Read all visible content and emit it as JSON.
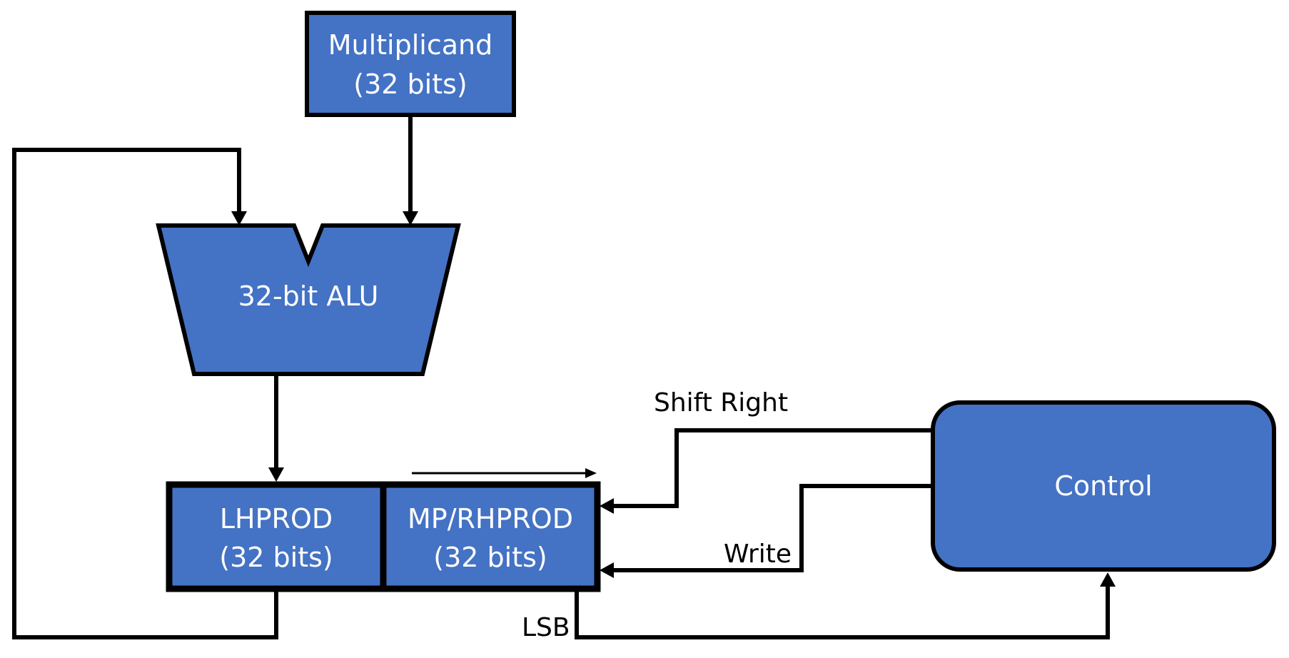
{
  "colors": {
    "block_fill": "#4472C4",
    "block_stroke": "#000000",
    "text_on_block": "#ffffff",
    "wire": "#000000"
  },
  "blocks": {
    "multiplicand": {
      "line1": "Multiplicand",
      "line2": "(32 bits)"
    },
    "alu": {
      "label": "32-bit ALU"
    },
    "lhprod": {
      "line1": "LHPROD",
      "line2": "(32 bits)"
    },
    "mp_rhprod": {
      "line1": "MP/RHPROD",
      "line2": "(32 bits)"
    },
    "control": {
      "label": "Control"
    }
  },
  "signals": {
    "shift_right": "Shift Right",
    "write": "Write",
    "lsb": "LSB"
  }
}
